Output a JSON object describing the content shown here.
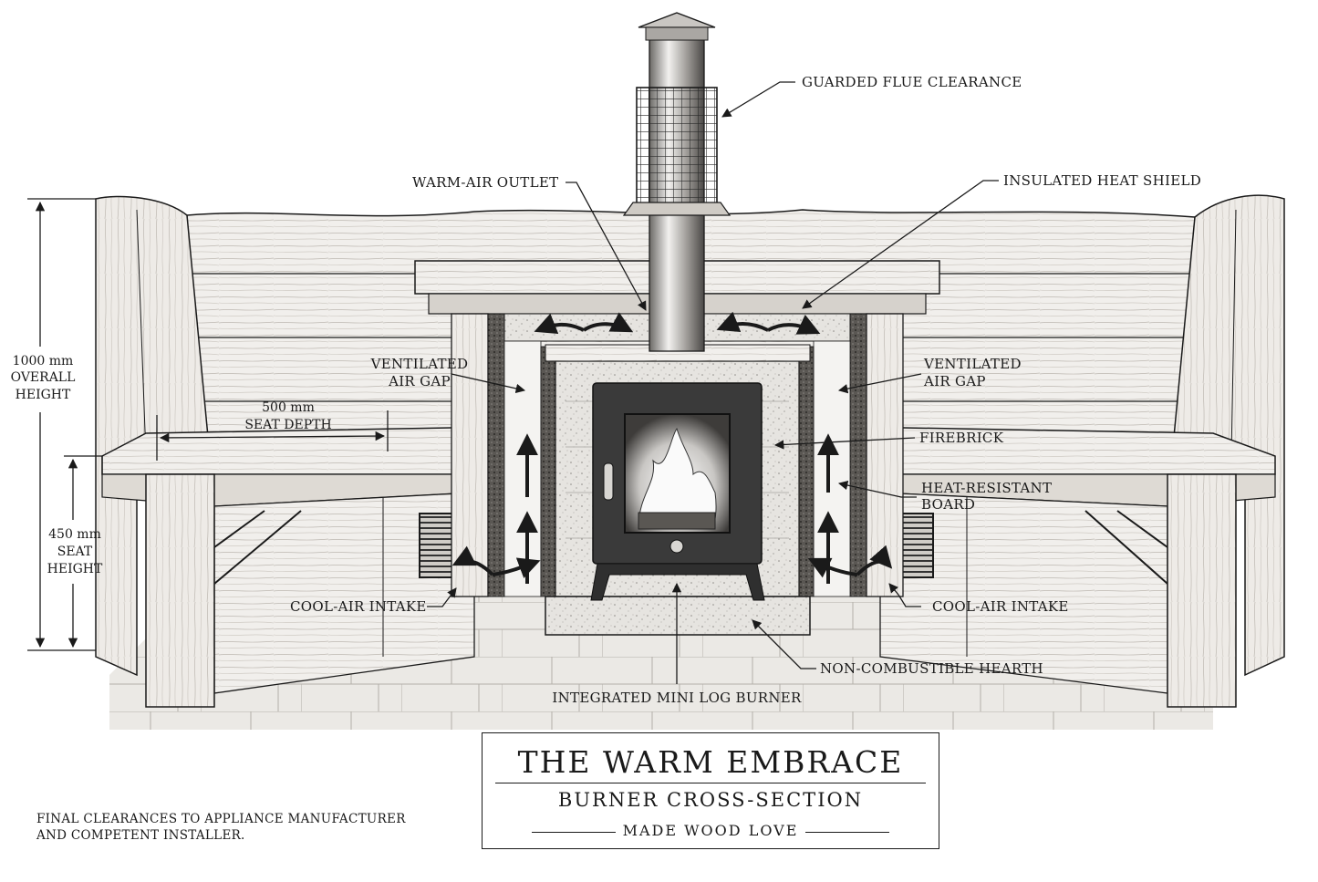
{
  "title": {
    "main": "THE WARM EMBRACE",
    "subtitle": "BURNER CROSS-SECTION",
    "tagline": "MADE WOOD LOVE"
  },
  "footnote": {
    "line1": "FINAL CLEARANCES TO APPLIANCE MANUFACTURER",
    "line2": "AND COMPETENT INSTALLER."
  },
  "dimensions": {
    "overall_height": {
      "value": "1000 mm",
      "line2": "OVERALL",
      "line3": "HEIGHT"
    },
    "seat_depth": {
      "value": "500 mm",
      "line2": "SEAT DEPTH"
    },
    "seat_height": {
      "value": "450 mm",
      "line2": "SEAT",
      "line3": "HEIGHT"
    }
  },
  "callouts": {
    "guarded_flue": "GUARDED FLUE CLEARANCE",
    "warm_air_outlet": "WARM-AIR OUTLET",
    "insulated_heat_shield": "INSULATED HEAT SHIELD",
    "vent_gap_left_1": "VENTILATED",
    "vent_gap_left_2": "AIR GAP",
    "vent_gap_right_1": "VENTILATED",
    "vent_gap_right_2": "AIR GAP",
    "firebrick": "FIREBRICK",
    "heat_board_1": "HEAT-RESISTANT",
    "heat_board_2": "BOARD",
    "cool_air_left": "COOL-AIR INTAKE",
    "cool_air_right": "COOL-AIR INTAKE",
    "hearth": "NON-COMBUSTIBLE HEARTH",
    "burner": "INTEGRATED MINI LOG BURNER"
  },
  "colors": {
    "ink": "#1a1a1a",
    "wood": "#f1efec",
    "wood_shade": "#d9d6d1",
    "stone": "#e4e2de",
    "stove": "#3a3a3a",
    "flame": "#fafafa"
  }
}
